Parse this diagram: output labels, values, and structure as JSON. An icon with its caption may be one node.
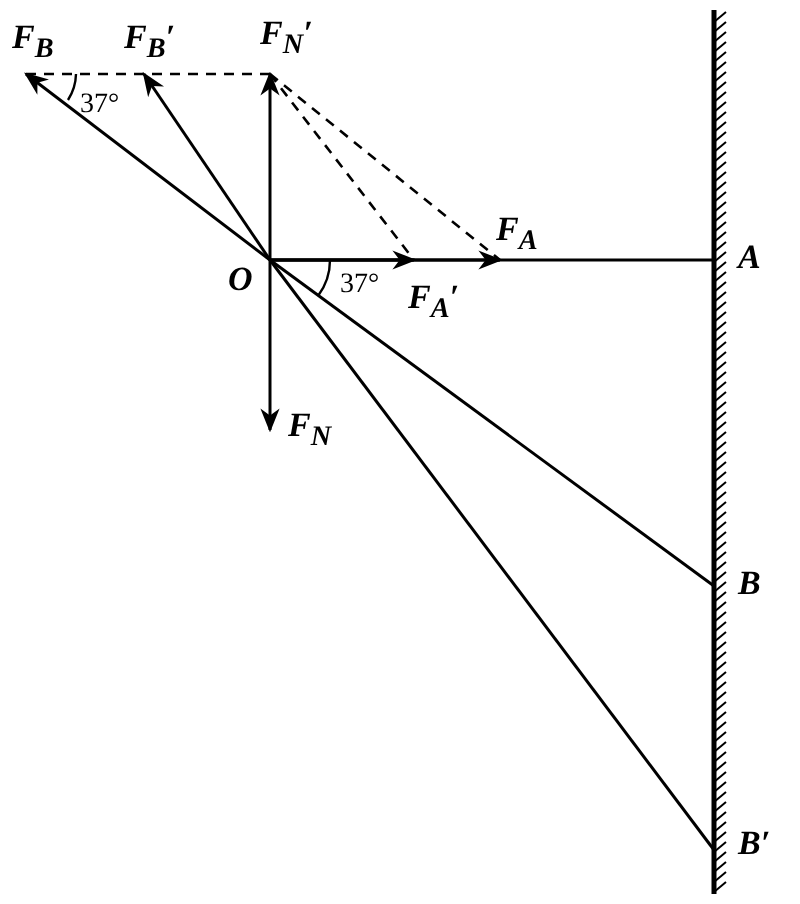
{
  "diagram": {
    "labels": [
      "F$_{B}$",
      "F$_{B}$′",
      "F$_{N}$′",
      "37°",
      "O",
      "37°",
      "F$_{A}$′",
      "F$_{A}$",
      "A",
      "F$_{N}$",
      "B",
      "B′"
    ]
  }
}
